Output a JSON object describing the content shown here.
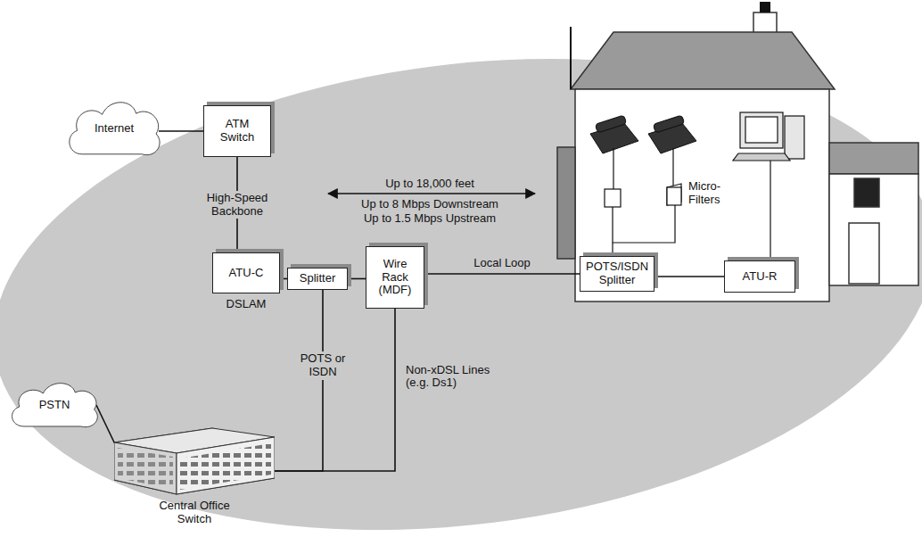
{
  "diagram": {
    "nodes": [
      {
        "text": [
          "Internet"
        ]
      },
      {
        "text": [
          "ATM Switch"
        ]
      },
      {
        "text": [
          "ATU-C"
        ]
      },
      {
        "text": [
          "Splitter"
        ]
      },
      {
        "text": [
          "Wire Rack (MDF)"
        ]
      },
      {
        "text": [
          "POTS/ISDN Splitter"
        ]
      },
      {
        "text": [
          "ATU-R"
        ]
      },
      {
        "text": [
          "PSTN"
        ]
      },
      {
        "text": [
          "Central Office Switch"
        ]
      }
    ],
    "edges": [
      {
        "from": 0,
        "to": 1,
        "arrow": "none"
      },
      {
        "from": 1,
        "to": 2,
        "arrow": "none",
        "label": "High-Speed Backbone"
      },
      {
        "from": 2,
        "to": 3,
        "arrow": "none"
      },
      {
        "from": 3,
        "to": 4,
        "arrow": "none"
      },
      {
        "from": 4,
        "to": 5,
        "arrow": "none",
        "label": "Local Loop"
      },
      {
        "from": 5,
        "to": 6,
        "arrow": "none"
      },
      {
        "from": 3,
        "to": 8,
        "arrow": "none",
        "label": "POTS or ISDN"
      },
      {
        "from": 4,
        "to": 8,
        "arrow": "none",
        "label": "Non-xDSL Lines (e.g. Ds1)"
      },
      {
        "from": 7,
        "to": 8,
        "arrow": "none"
      }
    ],
    "labels": [
      "DSLAM",
      "Up to 18,000 feet",
      "Up to 8 Mbps Downstream",
      "Up to 1.5 Mbps Upstream",
      "Micro-Filters"
    ]
  }
}
